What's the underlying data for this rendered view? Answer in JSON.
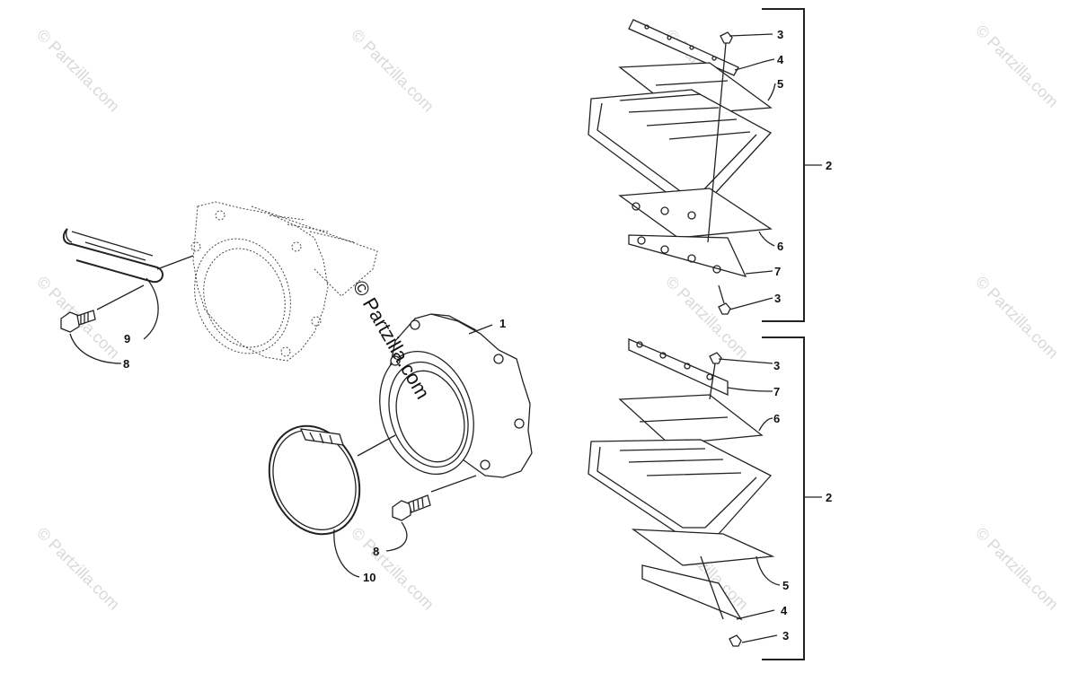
{
  "watermark": {
    "text": "© Partzilla.com",
    "center_text": "© Partzilla.com"
  },
  "callouts": {
    "p1": "1",
    "p2_top": "2",
    "p2_bottom": "2",
    "p3_top_a": "3",
    "p3_top_b": "3",
    "p3_bot_a": "3",
    "p3_bot_b": "3",
    "p4_top": "4",
    "p4_bot": "4",
    "p5_top": "5",
    "p5_bot": "5",
    "p6_top": "6",
    "p6_bot": "6",
    "p7_top": "7",
    "p7_bot": "7",
    "p8_left": "8",
    "p8_right": "8",
    "p9": "9",
    "p10": "10"
  }
}
